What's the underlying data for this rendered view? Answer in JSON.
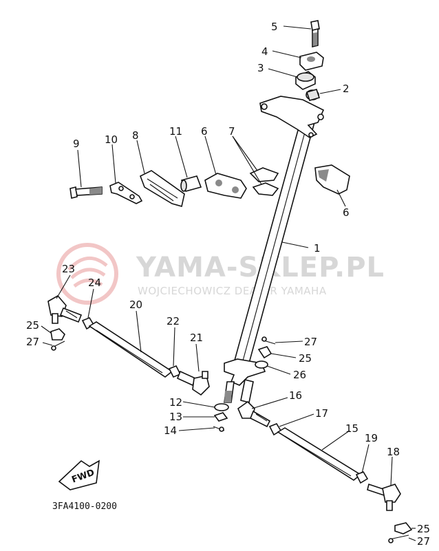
{
  "watermark": {
    "brand": "YAMA-SKLEP.PL",
    "tagline": "WOJCIECHOWICZ DEALER YAMAHA"
  },
  "diagram_code": "3FA4100-0200",
  "fwd_label": "FWD",
  "callouts": [
    {
      "id": "c5",
      "label": "5"
    },
    {
      "id": "c4",
      "label": "4"
    },
    {
      "id": "c3",
      "label": "3"
    },
    {
      "id": "c2",
      "label": "2"
    },
    {
      "id": "c9",
      "label": "9"
    },
    {
      "id": "c10",
      "label": "10"
    },
    {
      "id": "c8",
      "label": "8"
    },
    {
      "id": "c11",
      "label": "11"
    },
    {
      "id": "c6a",
      "label": "6"
    },
    {
      "id": "c7",
      "label": "7"
    },
    {
      "id": "c6b",
      "label": "6"
    },
    {
      "id": "c1",
      "label": "1"
    },
    {
      "id": "c23",
      "label": "23"
    },
    {
      "id": "c24",
      "label": "24"
    },
    {
      "id": "c20",
      "label": "20"
    },
    {
      "id": "c22",
      "label": "22"
    },
    {
      "id": "c21",
      "label": "21"
    },
    {
      "id": "c25a",
      "label": "25"
    },
    {
      "id": "c27a",
      "label": "27"
    },
    {
      "id": "c27b",
      "label": "27"
    },
    {
      "id": "c25b",
      "label": "25"
    },
    {
      "id": "c26",
      "label": "26"
    },
    {
      "id": "c16",
      "label": "16"
    },
    {
      "id": "c17",
      "label": "17"
    },
    {
      "id": "c12",
      "label": "12"
    },
    {
      "id": "c13",
      "label": "13"
    },
    {
      "id": "c14",
      "label": "14"
    },
    {
      "id": "c15",
      "label": "15"
    },
    {
      "id": "c19",
      "label": "19"
    },
    {
      "id": "c18",
      "label": "18"
    },
    {
      "id": "c25c",
      "label": "25"
    },
    {
      "id": "c27c",
      "label": "27"
    }
  ]
}
